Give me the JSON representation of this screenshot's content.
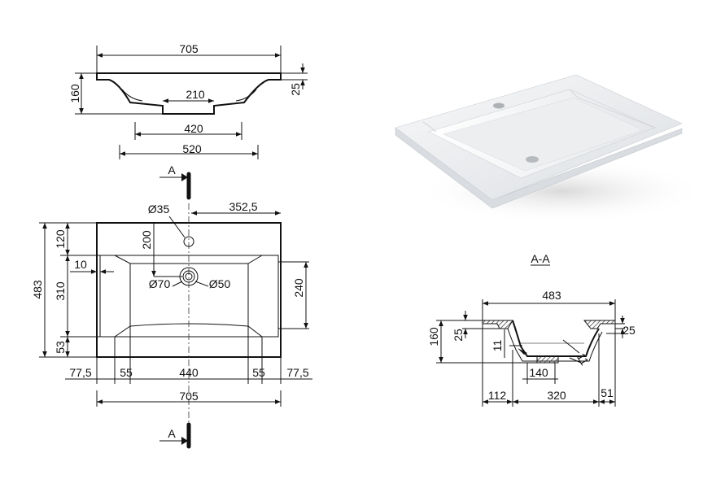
{
  "top_view": {
    "width": "705",
    "height": "160",
    "lip": "25",
    "inner_bottom": "210",
    "bowl_width": "420",
    "overall_bowl": "520"
  },
  "section_marker": {
    "top_letter": "A",
    "bottom_letter": "A"
  },
  "plan_view": {
    "tap_hole": "Ø35",
    "tap_offset": "352,5",
    "drain_outer": "Ø70",
    "drain_inner": "Ø50",
    "tap_depth": "200",
    "basin_height": "240",
    "left_wall": "10",
    "total_depth": "483",
    "front_margin": "120",
    "basin_depth": "310",
    "back_margin": "53",
    "seg_1": "77,5",
    "seg_2": "55",
    "seg_3": "440",
    "seg_4": "55",
    "seg_5": "77,5",
    "total_width": "705"
  },
  "section_view": {
    "title": "A-A",
    "width": "483",
    "height": "160",
    "lip_left": "25",
    "lip_right": "25",
    "wall": "11",
    "wall_slant": "11",
    "bottom": "140",
    "seg_left": "112",
    "seg_mid": "320",
    "seg_right": "51"
  },
  "colors": {
    "line": "#111111",
    "ceramic": "#e9ebee",
    "hatch": "#333333"
  }
}
